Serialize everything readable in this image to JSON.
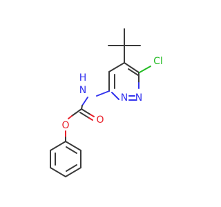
{
  "molecule": {
    "atoms": {
      "cl": {
        "label": "Cl",
        "color": "#22bb22"
      },
      "n1": {
        "label": "N",
        "color": "#3333ee"
      },
      "n2": {
        "label": "N",
        "color": "#3333ee"
      },
      "nh": {
        "label": "N",
        "color": "#3333ee"
      },
      "h": {
        "label": "H",
        "color": "#3333ee"
      },
      "o_carbonyl": {
        "label": "O",
        "color": "#e8202a"
      },
      "o_ester": {
        "label": "O",
        "color": "#e8202a"
      }
    },
    "bond_color": "#3a3a3a"
  }
}
